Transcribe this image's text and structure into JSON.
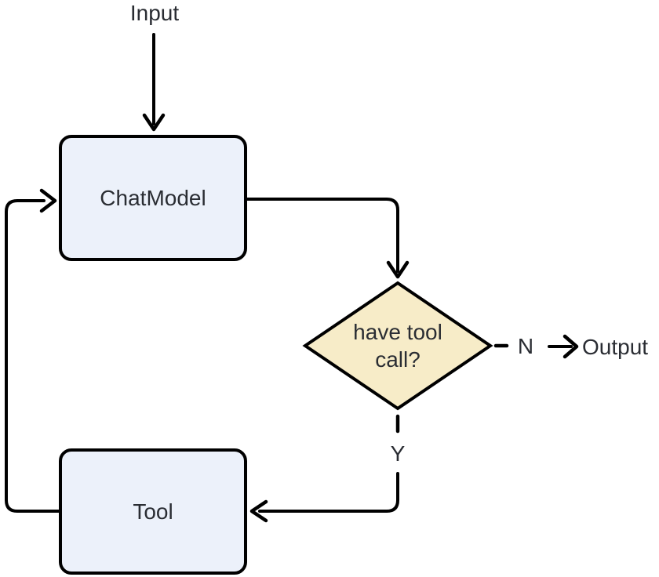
{
  "diagram": {
    "type": "flowchart",
    "nodes": {
      "input": {
        "label": "Input"
      },
      "chat_model": {
        "label": "ChatModel"
      },
      "decision": {
        "label_line1": "have tool",
        "label_line2": "call?"
      },
      "tool": {
        "label": "Tool"
      },
      "output": {
        "label": "Output"
      }
    },
    "edge_labels": {
      "no": "N",
      "yes": "Y"
    },
    "colors": {
      "background": "#ffffff",
      "process_fill": "#ecf1fa",
      "decision_fill": "#f7ecc8",
      "stroke": "#000000",
      "text": "#2a2d33"
    }
  }
}
